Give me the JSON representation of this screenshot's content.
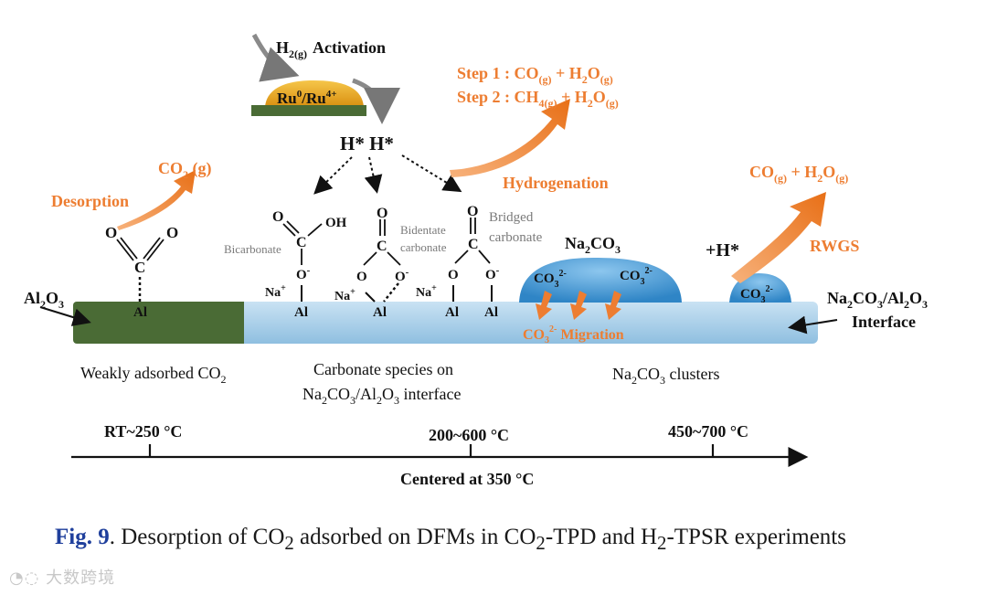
{
  "activation": {
    "h2": "H",
    "h2_sub": "2(g)",
    "label": "Activation",
    "catalyst": "Ru",
    "catalyst_sup": "0",
    "catalyst_mid": "/Ru",
    "catalyst_sup2": "4+"
  },
  "hstar": "H*  H*",
  "steps": {
    "s1_prefix": "Step 1 : CO",
    "s1_sub1": "(g)",
    "s1_mid": " + H",
    "s1_sub2": "2",
    "s1_o": "O",
    "s1_sub3": "(g)",
    "s2_prefix": "Step 2 : CH",
    "s2_sub1": "4(g)",
    "s2_mid": " + H",
    "s2_sub2": "2",
    "s2_o": "O",
    "s2_sub3": "(g)"
  },
  "hydrogenation": "Hydrogenation",
  "co2g": {
    "base": "CO",
    "sub": "2",
    "tail": " (g)"
  },
  "desorption": "Desorption",
  "rwgs_products": {
    "co": "CO",
    "sub1": "(g)",
    "mid": " + H",
    "sub2": "2",
    "o": "O",
    "sub3": "(g)"
  },
  "rwgs": "RWGS",
  "plus_h": "+H*",
  "species": {
    "bicarbonate": "Bicarbonate",
    "bidentate1": "Bidentate",
    "bidentate2": "carbonate",
    "bridged1": "Bridged",
    "bridged2": "carbonate"
  },
  "atoms": {
    "O": "O",
    "C": "C",
    "OH": "OH",
    "Al": "Al",
    "Na": "Na",
    "plus": "+",
    "minus": "-"
  },
  "al2o3": {
    "base": "Al",
    "s1": "2",
    "o": "O",
    "s2": "3"
  },
  "interface": {
    "l1a": "Na",
    "l1s1": "2",
    "l1b": "CO",
    "l1s2": "3",
    "l1c": "/Al",
    "l1s3": "2",
    "l1d": "O",
    "l1s4": "3",
    "l2": "Interface"
  },
  "na2co3": {
    "a": "Na",
    "s1": "2",
    "b": "CO",
    "s2": "3"
  },
  "co3": {
    "base": "CO",
    "sub": "3",
    "sup": "2-"
  },
  "migration": {
    "pre": "CO",
    "sub": "3",
    "sup": "2-",
    "post": " Migration"
  },
  "labels": {
    "weak_pre": "Weakly adsorbed CO",
    "weak_sub": "2",
    "carb_l1": "Carbonate species on",
    "carb_l2a": "Na",
    "carb_s1": "2",
    "carb_l2b": "CO",
    "carb_s2": "3",
    "carb_l2c": "/Al",
    "carb_s3": "2",
    "carb_l2d": "O",
    "carb_s4": "3",
    "carb_l2e": " interface",
    "clusters_a": "Na",
    "clusters_s1": "2",
    "clusters_b": "CO",
    "clusters_s2": "3",
    "clusters_c": " clusters"
  },
  "temps": {
    "t1": "RT~250 °C",
    "t2": "200~600 °C",
    "t3": "450~700 °C",
    "center": "Centered at 350 °C"
  },
  "caption": {
    "fig": "Fig. 9",
    "p1": ". Desorption of CO",
    "s1": "2",
    "p2": " adsorbed on DFMs in CO",
    "s2": "2",
    "p3": "-TPD and H",
    "s3": "2",
    "p4": "-TPSR experiments"
  },
  "watermark": "大数跨境",
  "colors": {
    "orange": "#ed7d31",
    "green": "#4a6b35",
    "blue": "#5aa7d8",
    "light_blue": "#bcd9ee",
    "dark_green": "#3c5a27",
    "gold": "#e8a823"
  }
}
